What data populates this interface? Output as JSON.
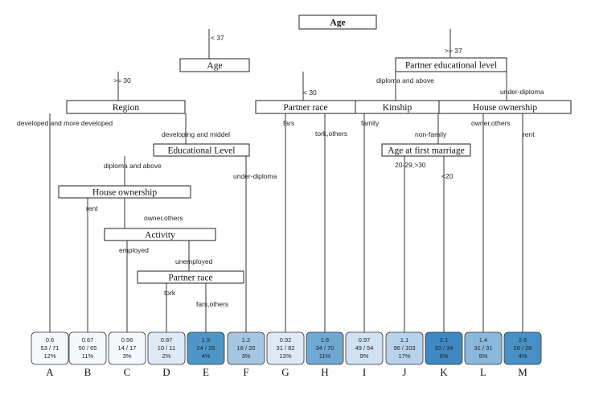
{
  "chart_data": {
    "type": "decision-tree",
    "nodes": [
      {
        "id": "age1",
        "label": "Age",
        "bold": true
      },
      {
        "id": "age2",
        "label": "Age"
      },
      {
        "id": "partner_edu",
        "label": "Partner educational level"
      },
      {
        "id": "region",
        "label": "Region"
      },
      {
        "id": "partner_race1",
        "label": "Partner race"
      },
      {
        "id": "kinship",
        "label": "Kinship"
      },
      {
        "id": "house2",
        "label": "House ownership"
      },
      {
        "id": "edu",
        "label": "Educational Level"
      },
      {
        "id": "age_marriage",
        "label": "Age at first marriage"
      },
      {
        "id": "house1",
        "label": "House ownership"
      },
      {
        "id": "activity",
        "label": "Activity"
      },
      {
        "id": "partner_race2",
        "label": "Partner race"
      }
    ],
    "edges": [
      {
        "from": "age1",
        "to": "age2",
        "label": "< 37"
      },
      {
        "from": "age1",
        "to": "partner_edu",
        "label": ">= 37"
      },
      {
        "from": "age2",
        "to": "region",
        "label": ">= 30"
      },
      {
        "from": "age2",
        "to": "partner_race1",
        "label": "< 30"
      },
      {
        "from": "partner_edu",
        "to": "kinship",
        "label": "diploma and above"
      },
      {
        "from": "partner_edu",
        "to": "house2",
        "label": "under-diploma"
      },
      {
        "from": "region",
        "to": "A",
        "label": "developed and more developed"
      },
      {
        "from": "region",
        "to": "edu",
        "label": "developing and middel"
      },
      {
        "from": "edu",
        "to": "house1",
        "label": "diploma and above"
      },
      {
        "from": "edu",
        "to": "F",
        "label": "under-diploma"
      },
      {
        "from": "house1",
        "to": "B",
        "label": "rent"
      },
      {
        "from": "house1",
        "to": "activity",
        "label": "owner,others"
      },
      {
        "from": "activity",
        "to": "C",
        "label": "employed"
      },
      {
        "from": "activity",
        "to": "partner_race2",
        "label": "unemployed"
      },
      {
        "from": "partner_race2",
        "to": "D",
        "label": "tork"
      },
      {
        "from": "partner_race2",
        "to": "E",
        "label": "fars,others"
      },
      {
        "from": "partner_race1",
        "to": "G",
        "label": "fars"
      },
      {
        "from": "partner_race1",
        "to": "H",
        "label": "tork,others"
      },
      {
        "from": "kinship",
        "to": "I",
        "label": "family"
      },
      {
        "from": "kinship",
        "to": "age_marriage",
        "label": "non-family"
      },
      {
        "from": "age_marriage",
        "to": "J",
        "label": "20-29,>30"
      },
      {
        "from": "age_marriage",
        "to": "K",
        "label": "<20"
      },
      {
        "from": "house2",
        "to": "L",
        "label": "owner,others"
      },
      {
        "from": "house2",
        "to": "M",
        "label": "rent"
      }
    ],
    "leaves": [
      {
        "id": "A",
        "value": "0.6",
        "count": "53 / 71",
        "percent": "12%",
        "color": "#f4f8fc"
      },
      {
        "id": "B",
        "value": "0.67",
        "count": "50 / 65",
        "percent": "11%",
        "color": "#f4f8fc"
      },
      {
        "id": "C",
        "value": "0.56",
        "count": "14 / 17",
        "percent": "3%",
        "color": "#f4f8fc"
      },
      {
        "id": "D",
        "value": "0.87",
        "count": "10 / 11",
        "percent": "2%",
        "color": "#dde9f5"
      },
      {
        "id": "E",
        "value": "1.9",
        "count": "24 / 26",
        "percent": "4%",
        "color": "#4f96c8"
      },
      {
        "id": "F",
        "value": "1.2",
        "count": "18 / 20",
        "percent": "3%",
        "color": "#a4c6e2"
      },
      {
        "id": "G",
        "value": "0.92",
        "count": "31 / 82",
        "percent": "13%",
        "color": "#dde9f5"
      },
      {
        "id": "H",
        "value": "1.6",
        "count": "34 / 70",
        "percent": "11%",
        "color": "#6fa8d3"
      },
      {
        "id": "I",
        "value": "0.97",
        "count": "49 / 54",
        "percent": "9%",
        "color": "#d0e1f2"
      },
      {
        "id": "J",
        "value": "1.1",
        "count": "96 / 103",
        "percent": "17%",
        "color": "#b7d2ea"
      },
      {
        "id": "K",
        "value": "2.1",
        "count": "33 / 34",
        "percent": "6%",
        "color": "#3f88c2"
      },
      {
        "id": "L",
        "value": "1.4",
        "count": "31 / 31",
        "percent": "5%",
        "color": "#8ab8dc"
      },
      {
        "id": "M",
        "value": "2.6",
        "count": "26 / 28",
        "percent": "4%",
        "color": "#4891c6"
      }
    ]
  }
}
